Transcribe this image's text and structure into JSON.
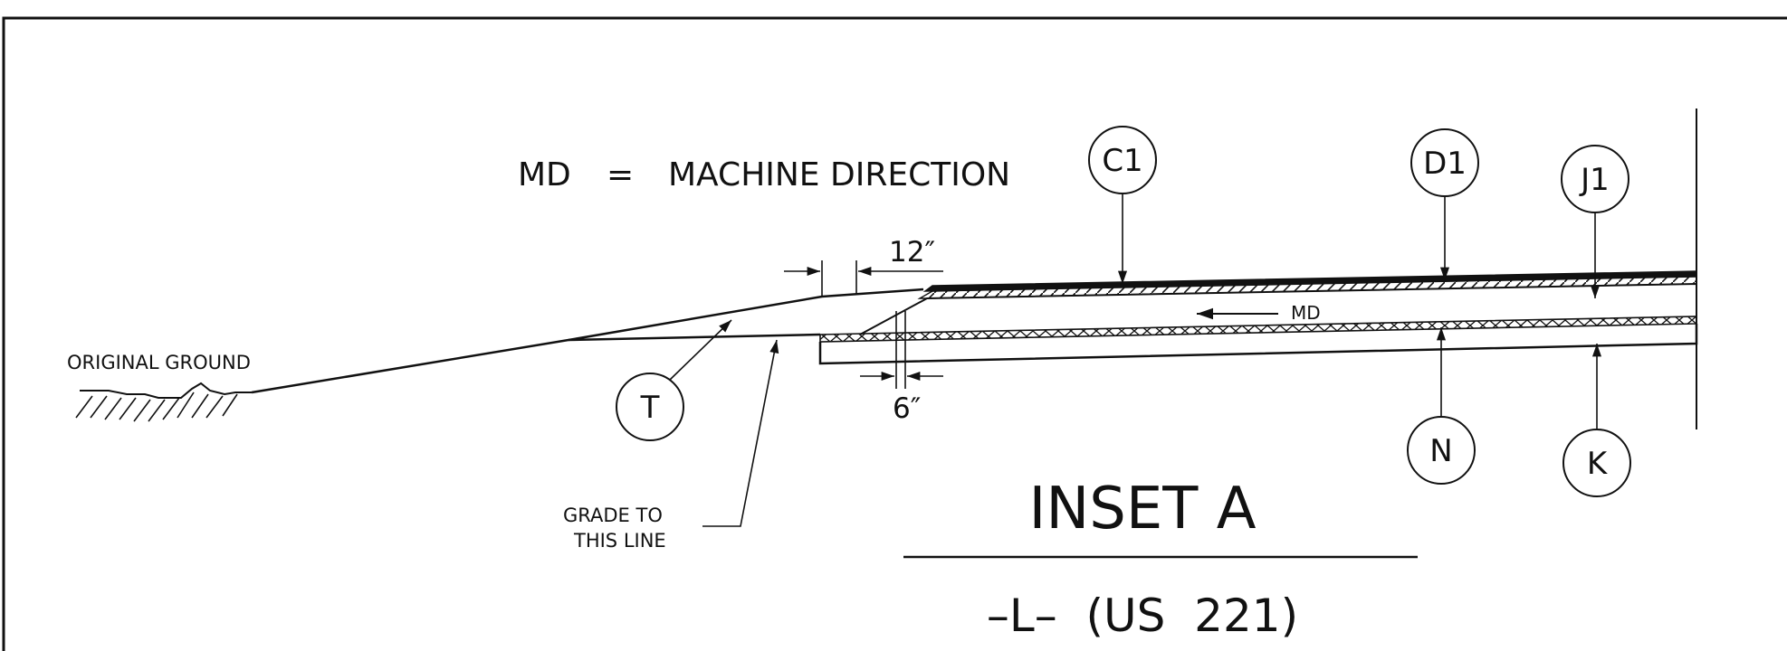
{
  "legend": {
    "abbr": "MD",
    "equals": "=",
    "meaning": "MACHINE DIRECTION"
  },
  "labels": {
    "original_ground": "ORIGINAL GROUND",
    "grade_line_1": "GRADE TO",
    "grade_line_2": "THIS LINE",
    "md_arrow": "MD"
  },
  "dimensions": {
    "overlap": "12″",
    "step": "6″"
  },
  "callouts": [
    "C1",
    "D1",
    "J1",
    "T",
    "N",
    "K"
  ],
  "title": {
    "main": "INSET A",
    "sub": "–L–  (US  221)"
  }
}
